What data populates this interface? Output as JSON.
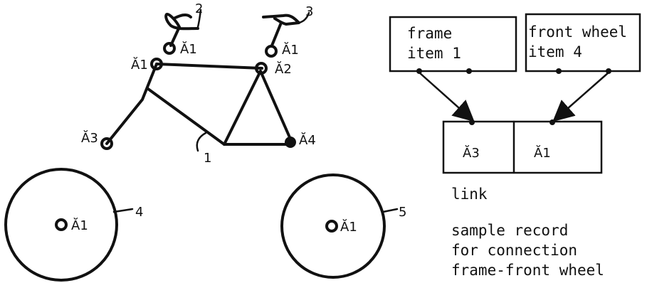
{
  "bicycle": {
    "frame_ports": {
      "p1": "Ă1",
      "p2": "Ă2",
      "p3": "Ă3",
      "p4": "Ă4"
    },
    "handlebar_port": "Ă1",
    "saddle_port": "Ă1",
    "front_wheel_port": "Ă1",
    "rear_wheel_port": "Ă1",
    "item_numbers": {
      "frame": "1",
      "handlebar": "2",
      "saddle": "3",
      "front_wheel": "4",
      "rear_wheel": "5"
    }
  },
  "record": {
    "frame_box": {
      "line1": "frame",
      "line2": "item 1"
    },
    "wheel_box": {
      "line1": "front wheel",
      "line2": "item 4"
    },
    "link_cells": {
      "left": "Ă3",
      "right": "Ă1"
    },
    "link_label": "link",
    "caption": {
      "line1": "sample record",
      "line2": "for connection",
      "line3": "frame-front wheel"
    }
  }
}
